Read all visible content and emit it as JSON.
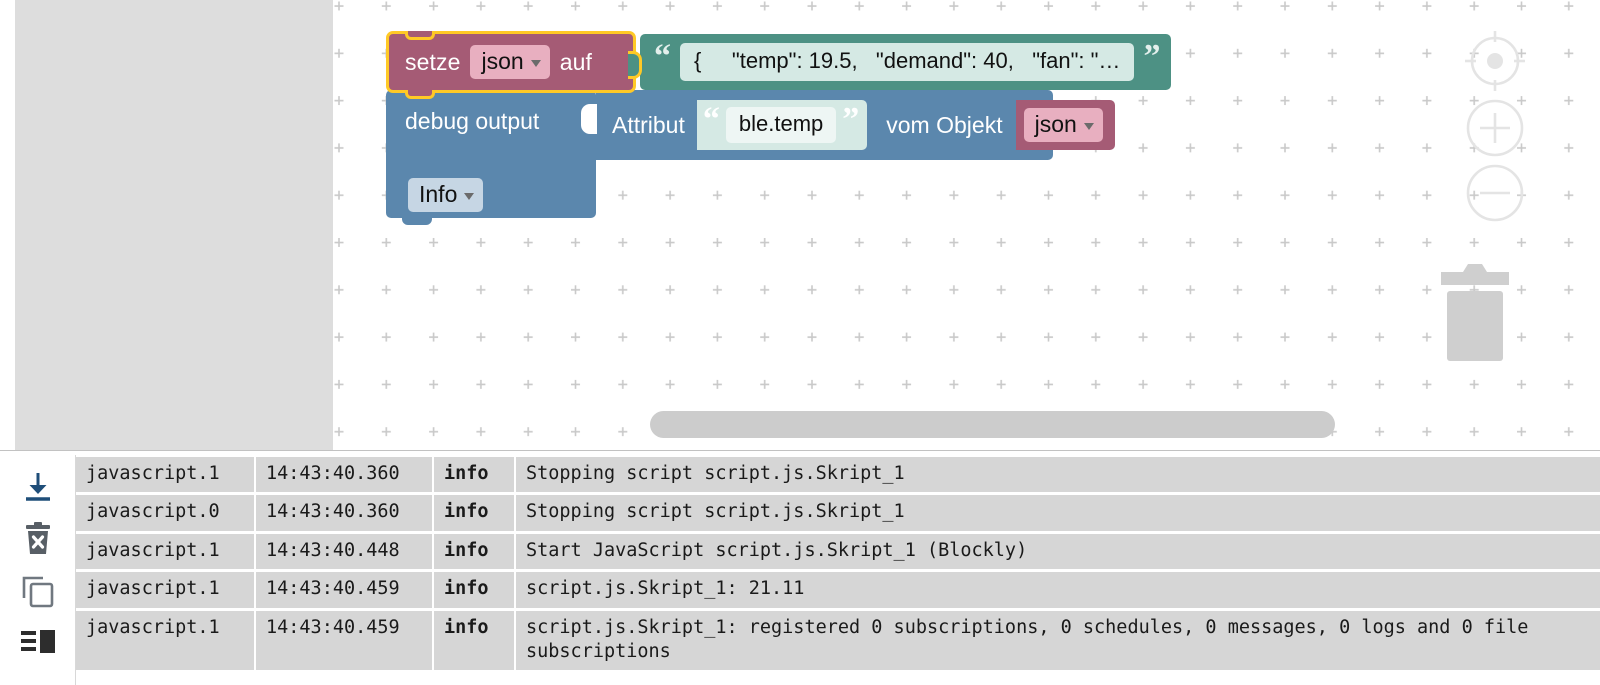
{
  "editor": {
    "toolbox_panel_name": "blockly-toolbox",
    "blocks": {
      "set_variable": {
        "keyword_prefix": "setze",
        "variable": "json",
        "keyword_suffix": "auf",
        "color": "#a55b75",
        "selected_outline": "#ffc926"
      },
      "text_value": {
        "open_quote": "“",
        "close_quote": "”",
        "value": "{     \"temp\": 19.5,   \"demand\": 40,   \"fan\": \"…",
        "color": "#4d9184"
      },
      "debug_output": {
        "label": "debug output",
        "level": "Info",
        "color": "#5b87ad"
      },
      "get_attribute": {
        "label": "Attribut",
        "open_quote": "“",
        "close_quote": "”",
        "attribute": "ble.temp",
        "of_object_label": "vom Objekt",
        "object_variable": "json",
        "color": "#5b87ad"
      }
    },
    "controls": {
      "center": "center-target-icon",
      "zoom_in": "zoom-in-icon",
      "zoom_out": "zoom-out-icon",
      "trash": "trash-can-icon",
      "h_scrollbar": "horizontal-scrollbar"
    }
  },
  "log": {
    "toolbar": [
      {
        "name": "download-log-button",
        "icon": "download-arrow-icon"
      },
      {
        "name": "clear-log-button",
        "icon": "trash-x-icon"
      },
      {
        "name": "copy-log-button",
        "icon": "copy-icon"
      },
      {
        "name": "toggle-layout-button",
        "icon": "list-layout-icon"
      }
    ],
    "rows": [
      {
        "source": "javascript.1",
        "time": "14:43:40.360",
        "level": "info",
        "message": "Stopping script script.js.Skript_1"
      },
      {
        "source": "javascript.0",
        "time": "14:43:40.360",
        "level": "info",
        "message": "Stopping script script.js.Skript_1"
      },
      {
        "source": "javascript.1",
        "time": "14:43:40.448",
        "level": "info",
        "message": "Start JavaScript script.js.Skript_1 (Blockly)"
      },
      {
        "source": "javascript.1",
        "time": "14:43:40.459",
        "level": "info",
        "message": "script.js.Skript_1: 21.11"
      },
      {
        "source": "javascript.1",
        "time": "14:43:40.459",
        "level": "info",
        "message": "script.js.Skript_1: registered 0 subscriptions, 0 schedules, 0 messages, 0 logs and 0 file subscriptions"
      }
    ]
  }
}
